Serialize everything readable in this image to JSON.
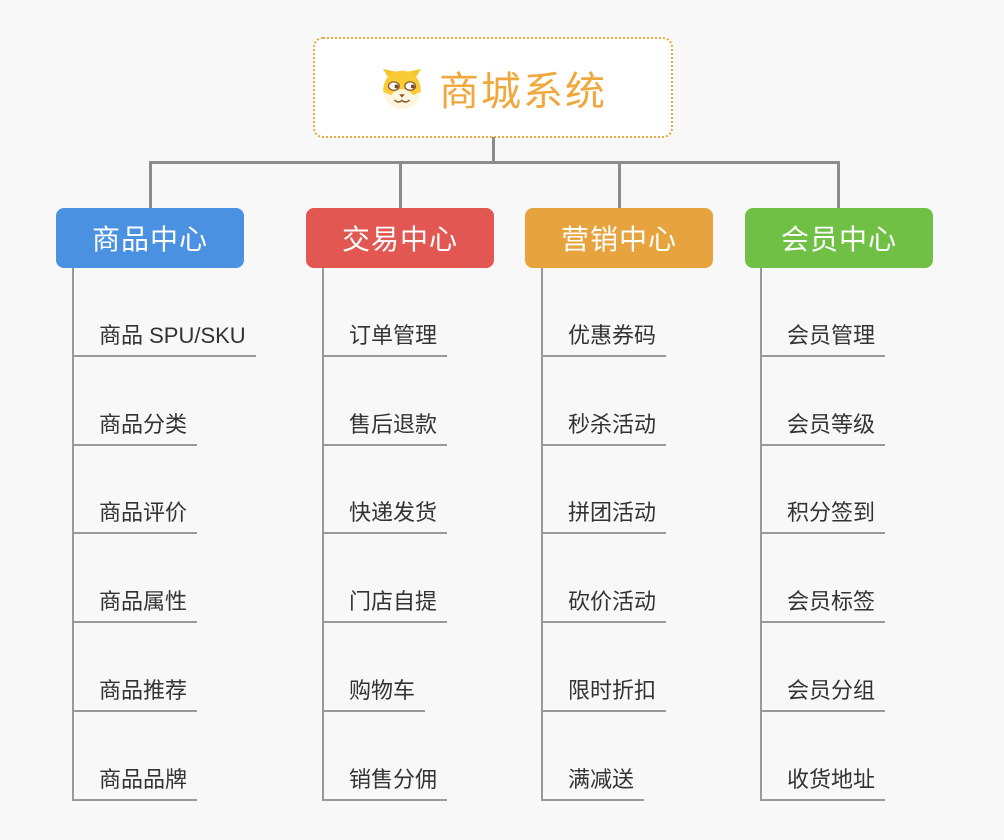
{
  "root": {
    "title": "商城系统",
    "icon": "dog-face-icon"
  },
  "branches": [
    {
      "label": "商品中心",
      "color": "#4b91e2",
      "items": [
        "商品 SPU/SKU",
        "商品分类",
        "商品评价",
        "商品属性",
        "商品推荐",
        "商品品牌"
      ]
    },
    {
      "label": "交易中心",
      "color": "#e25752",
      "items": [
        "订单管理",
        "售后退款",
        "快递发货",
        "门店自提",
        "购物车",
        "销售分佣"
      ]
    },
    {
      "label": "营销中心",
      "color": "#e7a33d",
      "items": [
        "优惠券码",
        "秒杀活动",
        "拼团活动",
        "砍价活动",
        "限时折扣",
        "满减送"
      ]
    },
    {
      "label": "会员中心",
      "color": "#6fc044",
      "items": [
        "会员管理",
        "会员等级",
        "积分签到",
        "会员标签",
        "会员分组",
        "收货地址"
      ]
    }
  ],
  "colors": {
    "background": "#f8f8f8",
    "node_background": "#ffffff",
    "root_accent": "#f0a73c",
    "connector": "#8c8c8c",
    "leaf_line": "#999999",
    "leaf_text": "#333333"
  }
}
